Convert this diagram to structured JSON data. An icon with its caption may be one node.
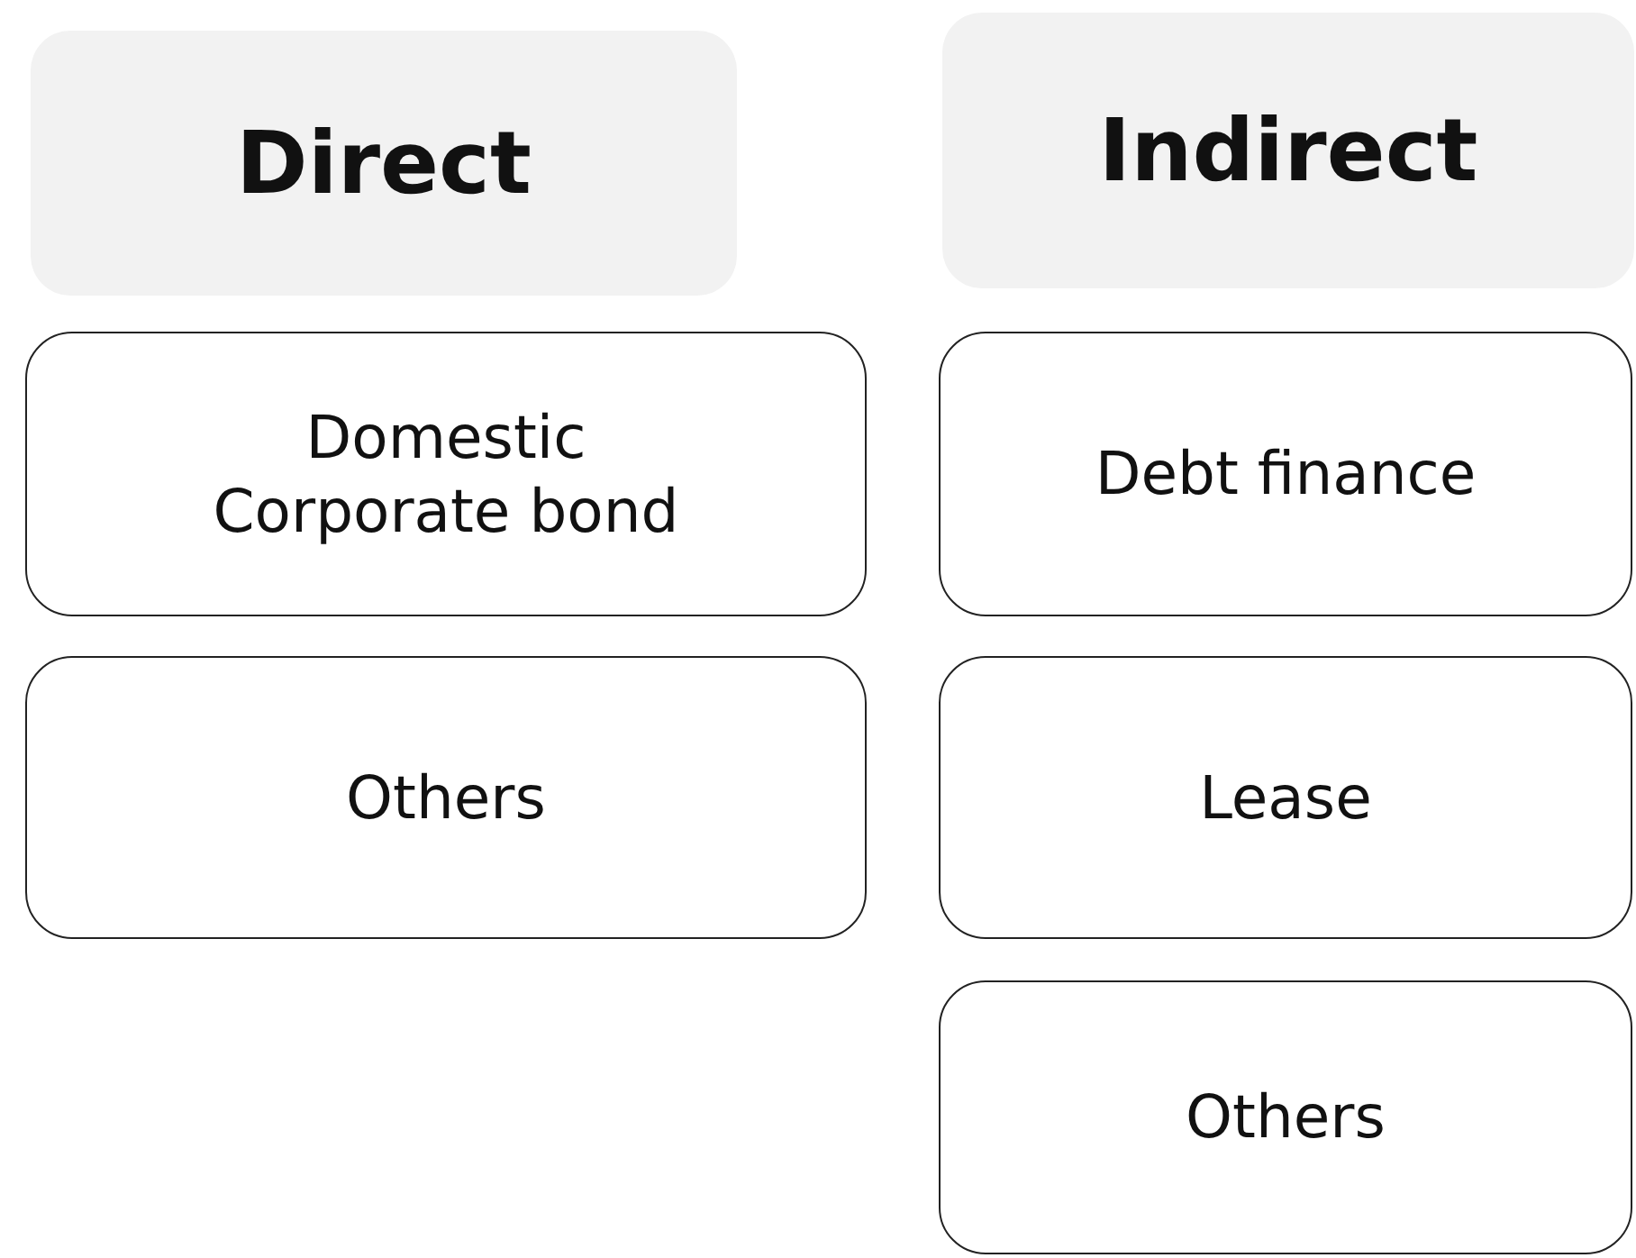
{
  "diagram": {
    "nodes": [
      {
        "text": [
          "Direct"
        ]
      },
      {
        "text": [
          "Indirect"
        ]
      },
      {
        "text": [
          "Domestic Corporate bond"
        ]
      },
      {
        "text": [
          "Others"
        ]
      },
      {
        "text": [
          "Debt finance"
        ]
      },
      {
        "text": [
          "Lease"
        ]
      },
      {
        "text": [
          "Others"
        ]
      }
    ]
  }
}
